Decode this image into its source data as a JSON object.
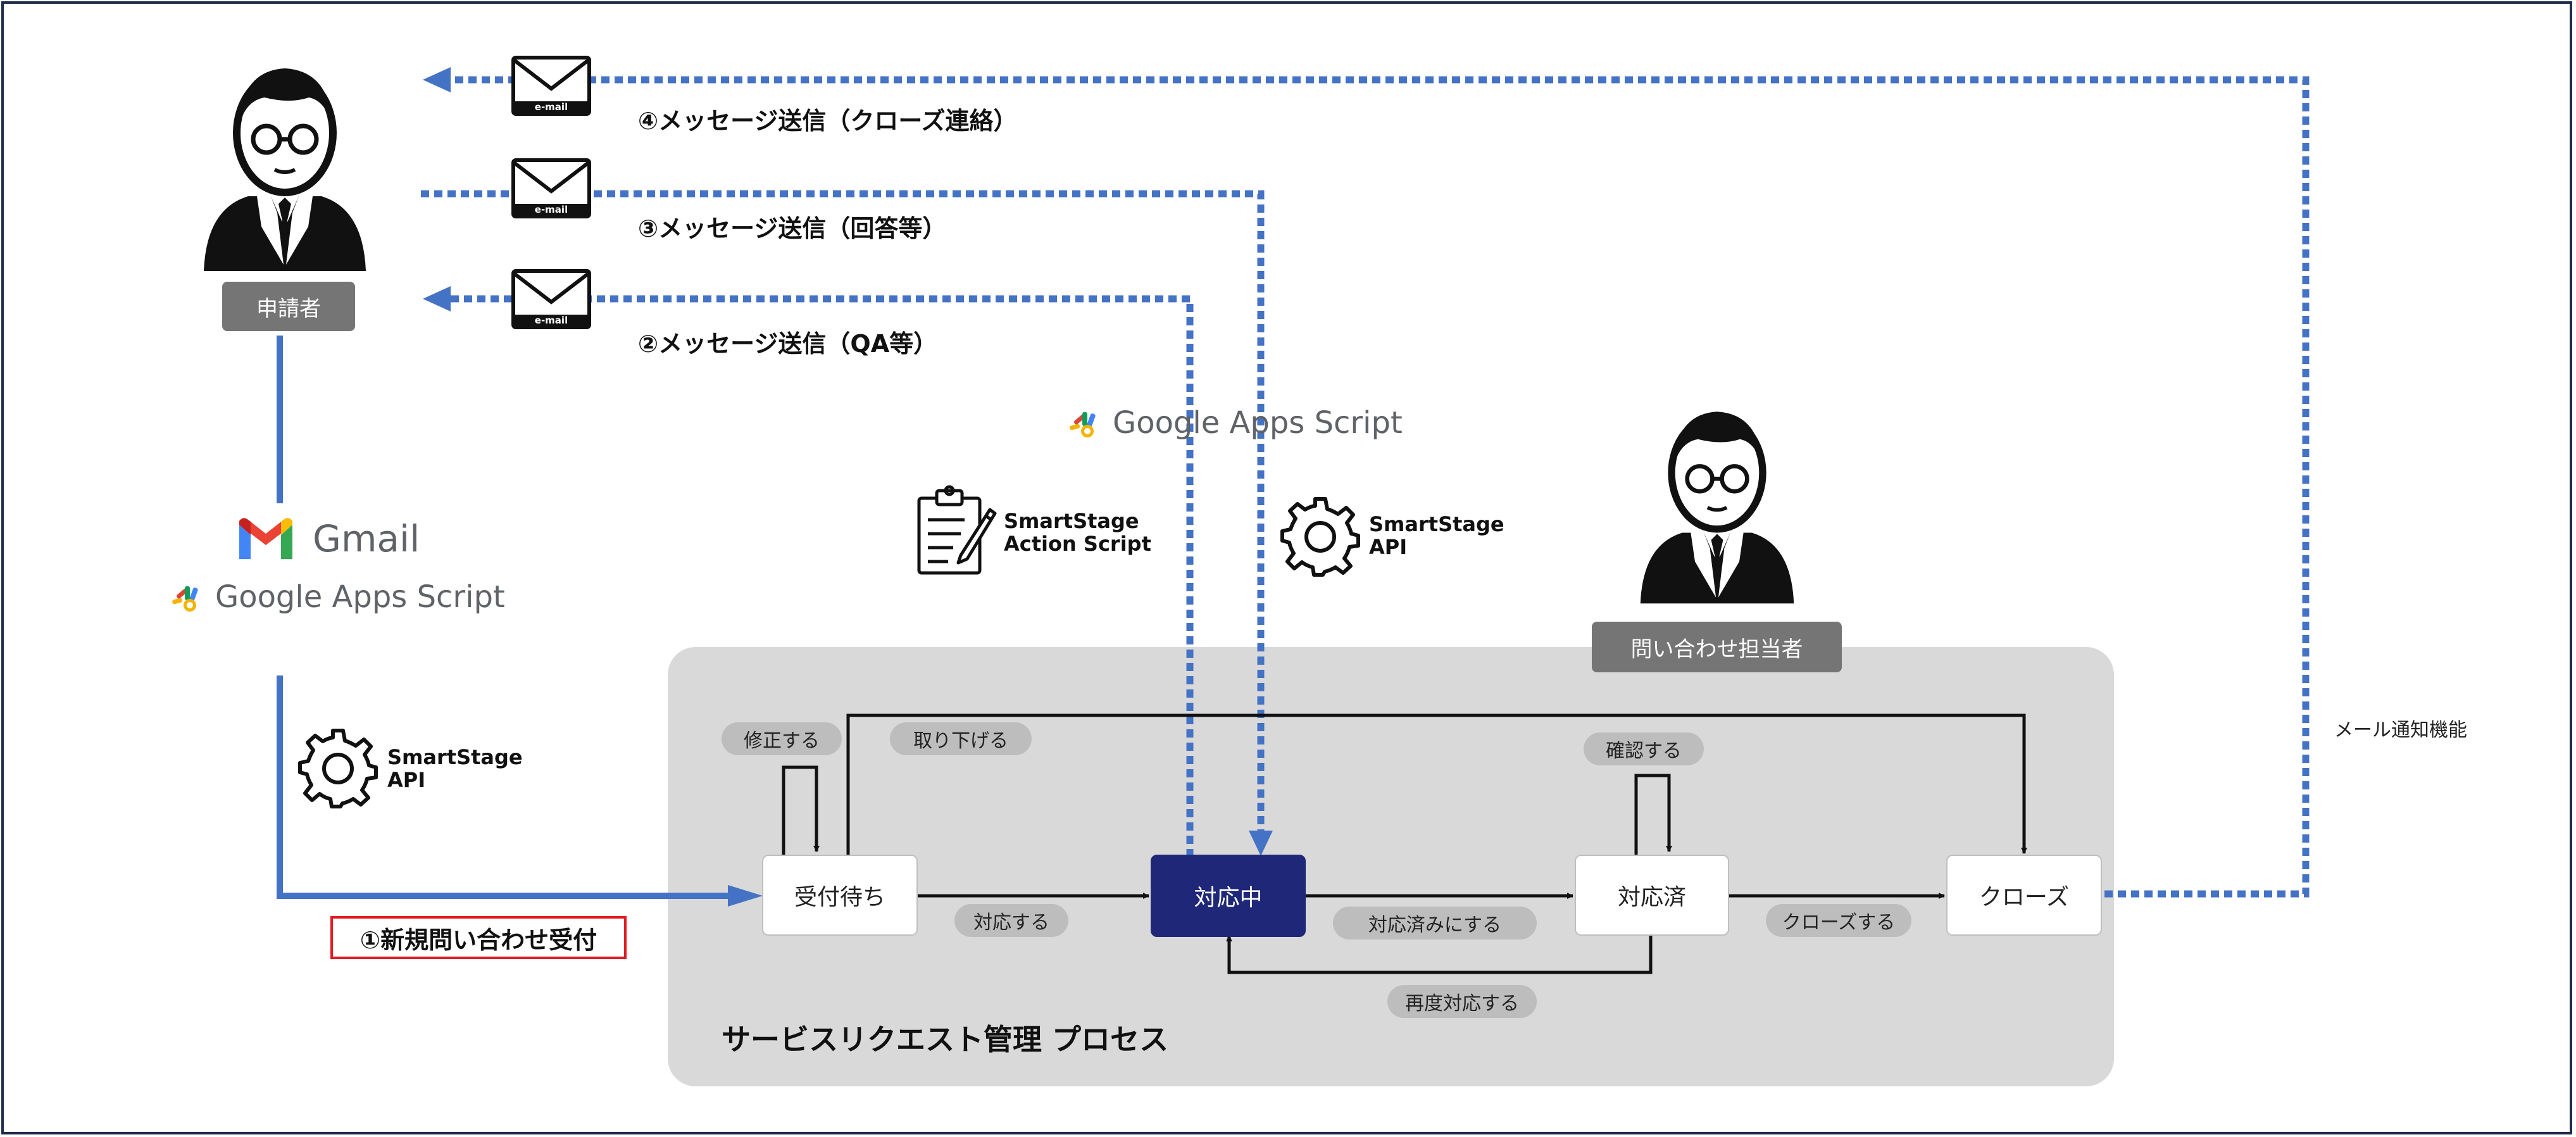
{
  "roles": {
    "applicant": "申請者",
    "handler": "問い合わせ担当者"
  },
  "messages": {
    "m4": "④メッセージ送信（クローズ連絡）",
    "m3": "③メッセージ送信（回答等）",
    "m2": "②メッセージ送信（QA等）"
  },
  "email_icon_text": "e-mail",
  "tools": {
    "gmail": "Gmail",
    "gas": "Google Apps Script",
    "api_line1": "SmartStage",
    "api_line2": "API",
    "action_line1": "SmartStage",
    "action_line2": "Action Script"
  },
  "new_request": "①新規問い合わせ受付",
  "process": {
    "title": "サービスリクエスト管理 プロセス",
    "states": {
      "waiting": "受付待ち",
      "in_progress": "対応中",
      "done": "対応済",
      "closed": "クローズ"
    },
    "transitions": {
      "fix": "修正する",
      "withdraw": "取り下げる",
      "respond": "対応する",
      "mark_done": "対応済みにする",
      "reopen": "再度対応する",
      "confirm": "確認する",
      "close": "クローズする"
    }
  },
  "mail_notify": "メール通知機能",
  "colors": {
    "dashed_blue": "#4472c4",
    "active_state": "#1f2878",
    "highlight_border": "#e31b23",
    "badge_gray": "#757575"
  }
}
